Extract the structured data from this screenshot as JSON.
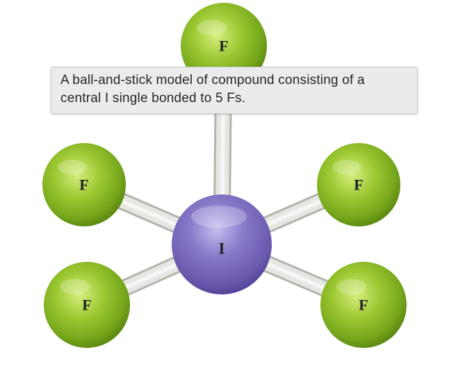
{
  "tooltip": {
    "text": "A ball-and-stick model of compound consisting of a central I single bonded to 5 Fs."
  },
  "molecule": {
    "central_atom": {
      "symbol": "I",
      "color": "#8574c2"
    },
    "outer_atoms": [
      {
        "symbol": "F",
        "color": "#8fbf2a"
      },
      {
        "symbol": "F",
        "color": "#8fbf2a"
      },
      {
        "symbol": "F",
        "color": "#8fbf2a"
      },
      {
        "symbol": "F",
        "color": "#8fbf2a"
      },
      {
        "symbol": "F",
        "color": "#8fbf2a"
      }
    ],
    "bond_color": "#e6e6e2"
  }
}
